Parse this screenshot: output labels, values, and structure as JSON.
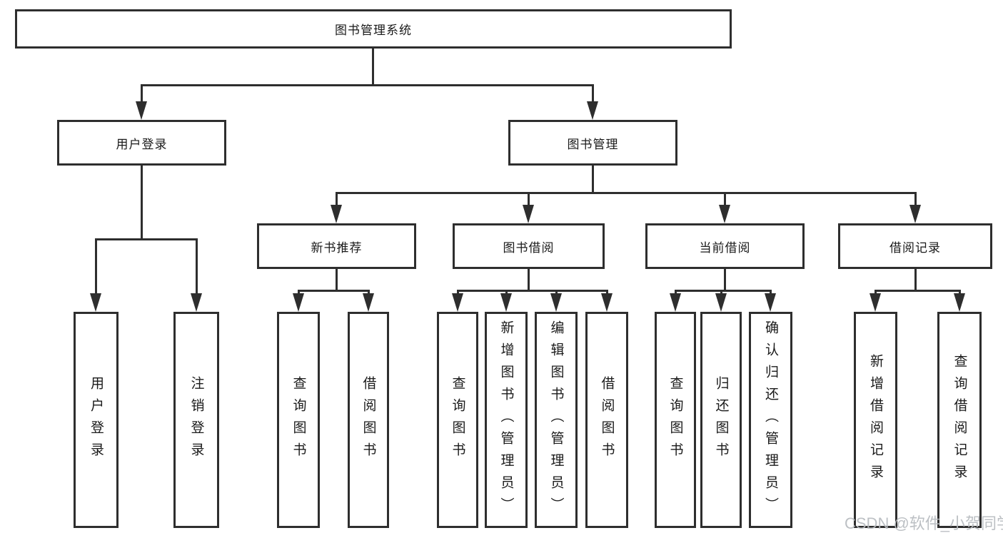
{
  "tree": {
    "root": "图书管理系统",
    "branches": [
      {
        "label": "用户登录",
        "children": [
          "用户登录",
          "注销登录"
        ]
      },
      {
        "label": "图书管理",
        "groups": [
          {
            "label": "新书推荐",
            "children": [
              "查询图书",
              "借阅图书"
            ]
          },
          {
            "label": "图书借阅",
            "children": [
              "查询图书",
              "新增图书（管理员）",
              "编辑图书（管理员）",
              "借阅图书"
            ]
          },
          {
            "label": "当前借阅",
            "children": [
              "查询图书",
              "归还图书",
              "确认归还（管理员）"
            ]
          },
          {
            "label": "借阅记录",
            "children": [
              "新增借阅记录",
              "查询借阅记录"
            ]
          }
        ]
      }
    ]
  },
  "watermark": {
    "text": "CSDN @软件_小贺同学"
  },
  "colors": {
    "line": "#2e2e2e",
    "box_border": "#2e2e2e",
    "box_fill": "#ffffff",
    "text": "#1a1a1a",
    "watermark": "#b7bbbf",
    "background": "#ffffff"
  }
}
